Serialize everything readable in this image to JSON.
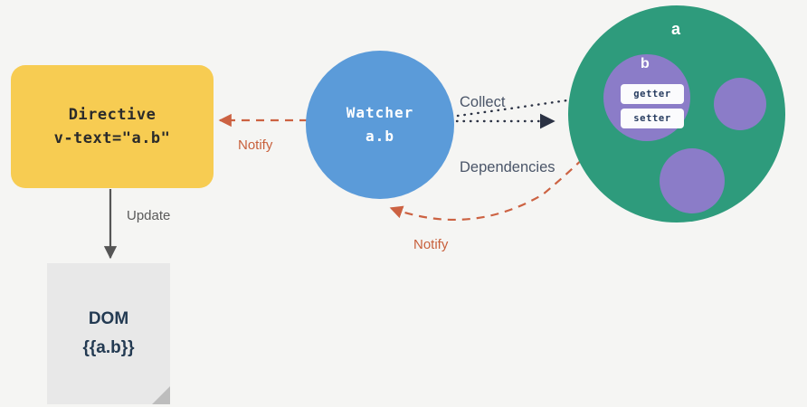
{
  "diagram": {
    "title": "Vue reactivity: directive, watcher and reactive data object",
    "background_color": "#f5f5f3",
    "nodes": {
      "directive": {
        "name": "Directive",
        "line1": "Directive",
        "line2": "v-text=\"a.b\"",
        "color": "#f7cc52",
        "text_color": "#2b2b2b"
      },
      "dom": {
        "line1": "DOM",
        "line2": "{{a.b}}",
        "color": "#e8e8e8",
        "text_color": "#233a52"
      },
      "watcher": {
        "line1": "Watcher",
        "line2": "a.b",
        "color": "#5b9bd9",
        "text_color": "#ffffff"
      },
      "data_object": {
        "label": "a",
        "color": "#2e9b7c",
        "text_color": "#ffffff",
        "property": {
          "label": "b",
          "color": "#8b7cc8",
          "accessors": [
            "getter",
            "setter"
          ],
          "accessor_bg": "#fbfbfd",
          "accessor_text_color": "#273c60"
        },
        "other_properties": 2
      }
    },
    "edges": [
      {
        "id": "collect-dependencies",
        "label_line1": "Collect",
        "label_line2": "Dependencies",
        "from": "watcher",
        "to": "data_object",
        "style": "dotted",
        "color": "#2b3244"
      },
      {
        "id": "notify-directive",
        "label": "Notify",
        "from": "watcher",
        "to": "directive",
        "style": "dashed",
        "color": "#c8603c"
      },
      {
        "id": "notify-watcher",
        "label": "Notify",
        "from": "data_object",
        "to": "watcher",
        "style": "dashed",
        "color": "#c8603c"
      },
      {
        "id": "update-dom",
        "label": "Update",
        "from": "directive",
        "to": "dom",
        "style": "solid",
        "color": "#555555"
      }
    ]
  }
}
